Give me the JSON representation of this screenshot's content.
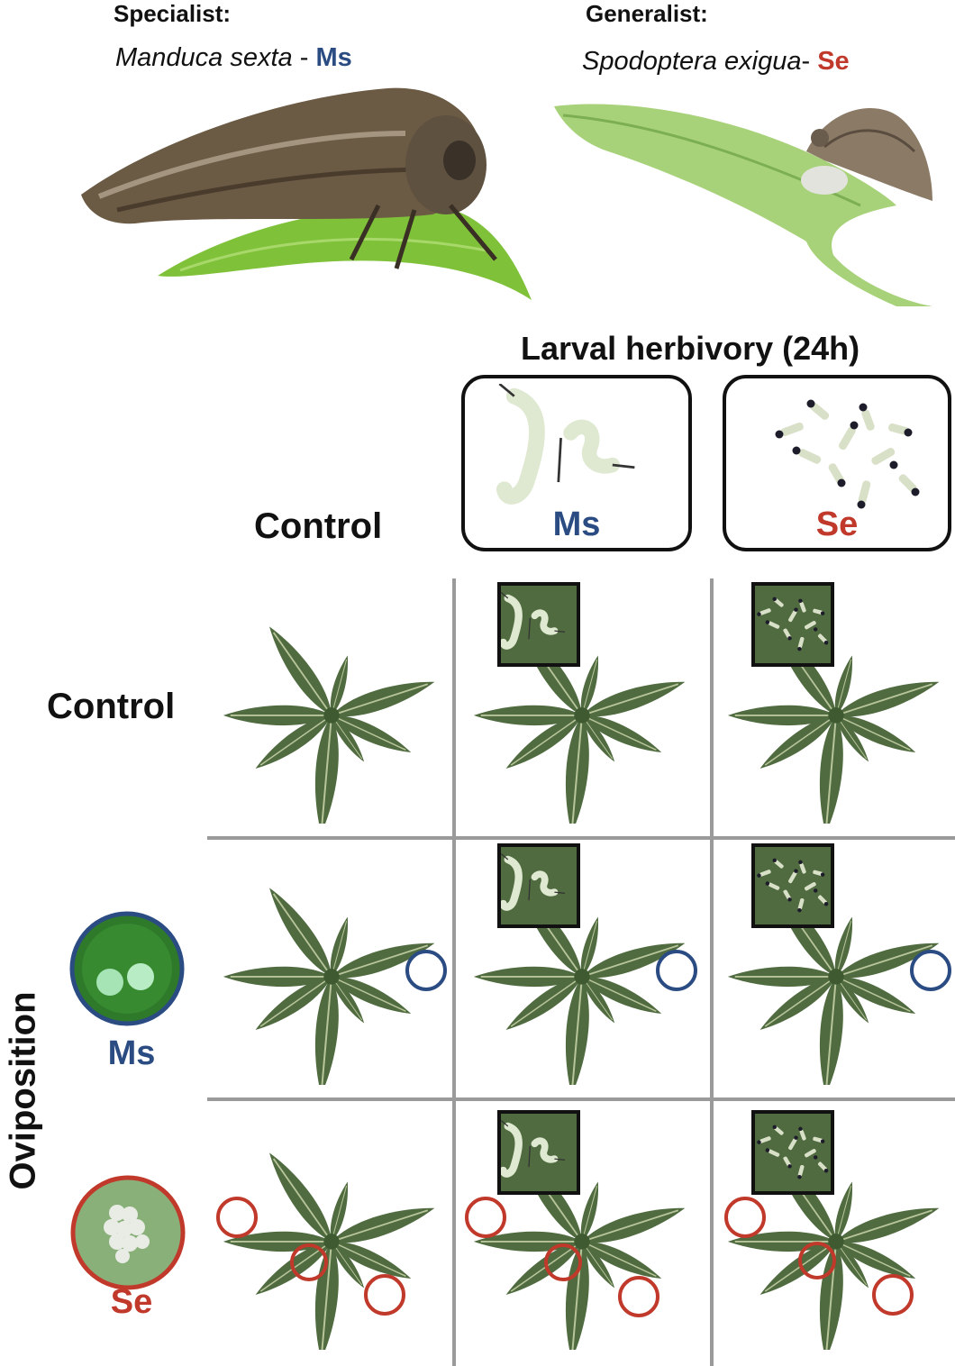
{
  "colors": {
    "ms": "#2b4c83",
    "se": "#c0392b",
    "leaf": "#4f6b3f",
    "leaf_vein": "#b8c49a",
    "grid": "#9a9a9a"
  },
  "top": {
    "specialist": {
      "heading": "Specialist:",
      "species": "Manduca sexta",
      "sep": " - ",
      "abbr": "Ms"
    },
    "generalist": {
      "heading": "Generalist:",
      "species": "Spodoptera exigua",
      "sep": "- ",
      "abbr": "Se"
    }
  },
  "larval_header": "Larval herbivory (24h)",
  "columns": {
    "control": "Control",
    "ms": "Ms",
    "se": "Se"
  },
  "rows": {
    "control": "Control",
    "oviposition": "Oviposition",
    "ms": "Ms",
    "se": "Se"
  },
  "icons": {
    "specialist_photo": "moth-on-leaf-icon",
    "generalist_photo": "moth-on-stem-icon",
    "ms_larvae": "caterpillar-icon",
    "se_larvae": "caterpillar-icon",
    "ms_eggs": "egg-icon",
    "se_eggs": "egg-icon",
    "plant": "rosette-plant-icon",
    "egg_marker": "circle-outline-icon"
  }
}
